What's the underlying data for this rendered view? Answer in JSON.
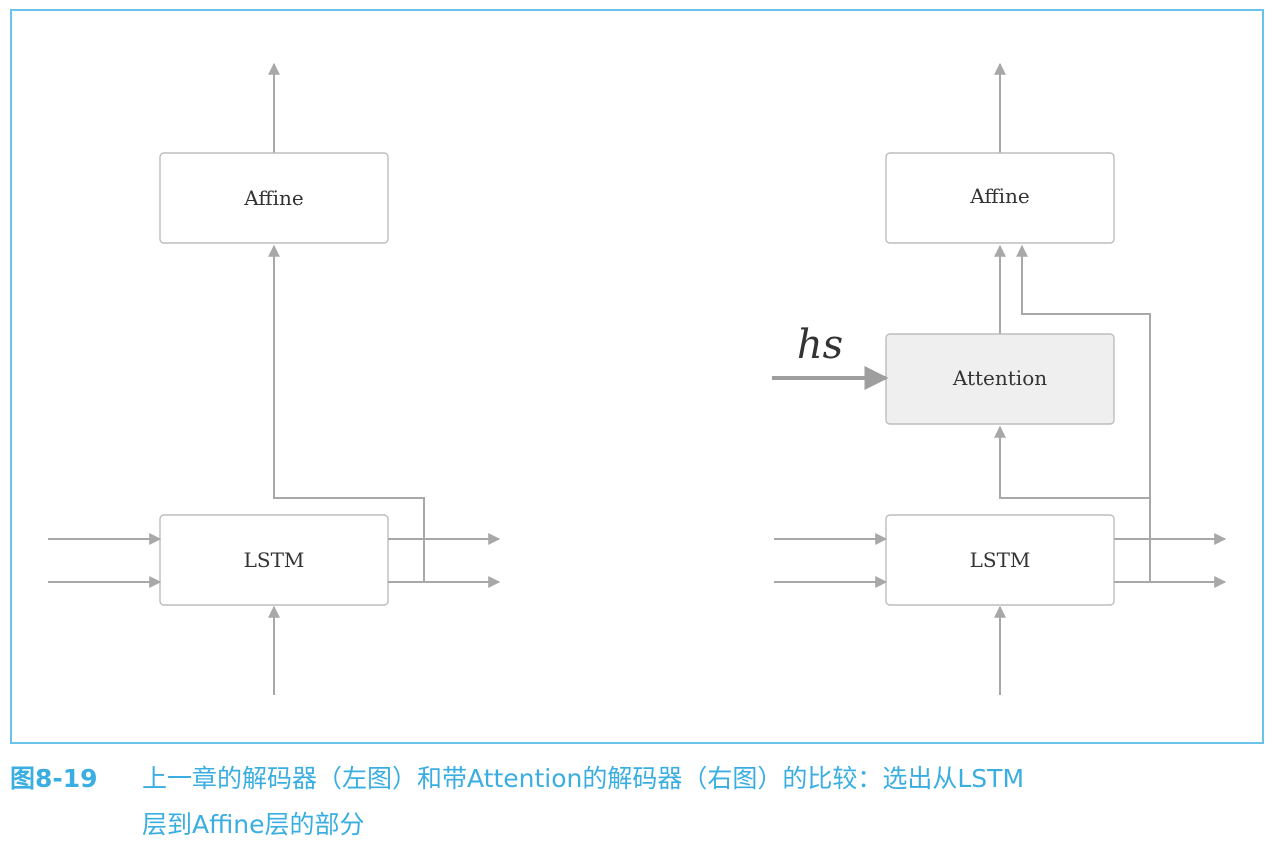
{
  "figure": {
    "left": {
      "top_box_label": "Affine",
      "bottom_box_label": "LSTM"
    },
    "right": {
      "top_box_label": "Affine",
      "middle_box_label": "Attention",
      "bottom_box_label": "LSTM",
      "input_label": "hs"
    }
  },
  "caption": {
    "number": "图8-19",
    "text_line1": "上一章的解码器（左图）和带Attention的解码器（右图）的比较：选出从LSTM",
    "text_line2": "层到Affine层的部分"
  },
  "colors": {
    "frame_border": "#6cc3ea",
    "caption_text": "#3aaee0",
    "arrow_gray": "#a8a8a8",
    "attention_fill": "#efefef"
  }
}
